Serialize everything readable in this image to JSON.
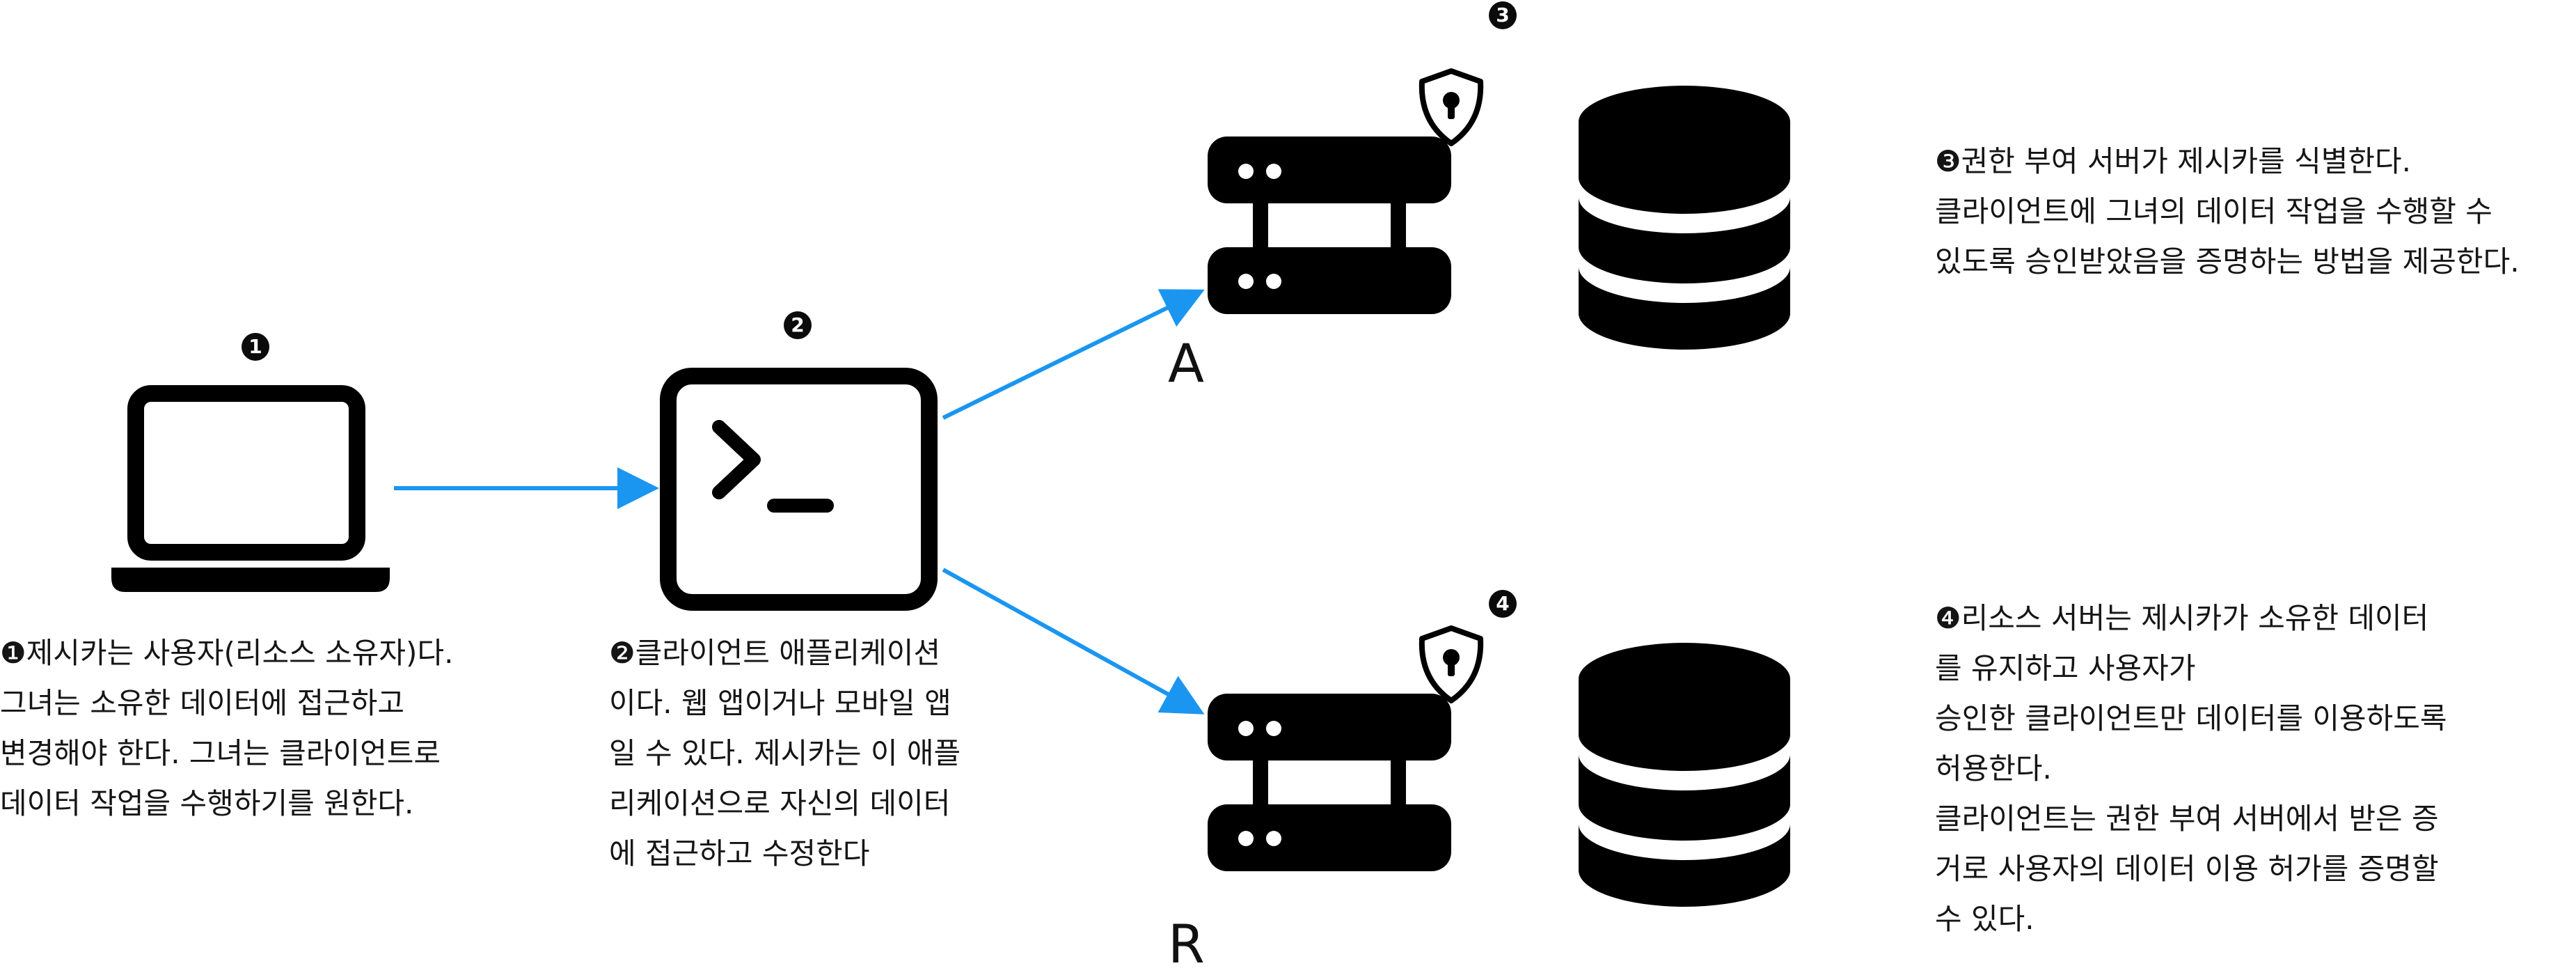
{
  "colors": {
    "arrow": "#1a96f0",
    "icon": "#000000",
    "background": "#ffffff"
  },
  "icons": {
    "laptop": "laptop-icon",
    "terminal": "terminal-icon",
    "server": "server-icon",
    "database": "database-icon",
    "shield": "shield-lock-icon"
  },
  "badges": {
    "one": "1",
    "two": "2",
    "three": "3",
    "four": "4"
  },
  "server_labels": {
    "auth": "A",
    "resource": "R"
  },
  "captions": {
    "user": [
      "❶제시카는 사용자(리소스 소유자)다.",
      "그녀는 소유한 데이터에 접근하고",
      "변경해야 한다. 그녀는 클라이언트로",
      "데이터 작업을 수행하기를 원한다."
    ],
    "client": [
      "❷클라이언트 애플리케이션",
      "이다. 웹 앱이거나 모바일 앱",
      "일 수 있다. 제시카는 이 애플",
      "리케이션으로 자신의 데이터",
      "에 접근하고 수정한다"
    ],
    "auth": [
      "❸권한 부여 서버가 제시카를 식별한다.",
      "클라이언트에 그녀의 데이터 작업을 수행할 수",
      "있도록 승인받았음을 증명하는 방법을 제공한다."
    ],
    "resource": [
      "❹리소스 서버는 제시카가 소유한 데이터",
      "를 유지하고 사용자가",
      "승인한 클라이언트만 데이터를 이용하도록",
      "허용한다.",
      "클라이언트는 권한 부여 서버에서 받은 증",
      "거로 사용자의 데이터 이용 허가를 증명할",
      "수 있다."
    ]
  }
}
